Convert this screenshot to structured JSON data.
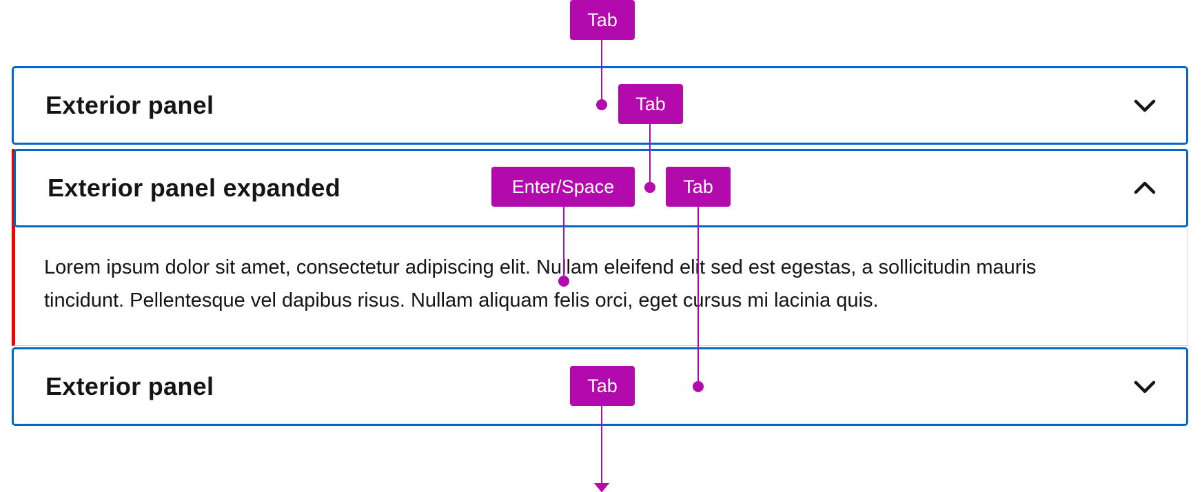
{
  "accordion": {
    "panels": [
      {
        "title": "Exterior panel",
        "expanded": false,
        "toggle_icon": "chevron-down-icon"
      },
      {
        "title": "Exterior panel expanded",
        "expanded": true,
        "toggle_icon": "chevron-up-icon",
        "body": "Lorem ipsum dolor sit amet, consectetur adipiscing elit. Nullam eleifend elit sed est egestas, a sollicitudin mauris tincidunt. Pellentesque vel dapibus risus. Nullam aliquam felis orci, eget cursus mi lacinia quis."
      },
      {
        "title": "Exterior panel",
        "expanded": false,
        "toggle_icon": "chevron-down-icon"
      }
    ]
  },
  "keyboard_callouts": [
    {
      "label": "Tab"
    },
    {
      "label": "Tab"
    },
    {
      "label": "Enter/Space"
    },
    {
      "label": "Tab"
    },
    {
      "label": "Tab"
    }
  ],
  "colors": {
    "focus_border": "#0066cc",
    "expanded_accent": "#ee0000",
    "callout": "#b20aad",
    "text": "#151515"
  }
}
